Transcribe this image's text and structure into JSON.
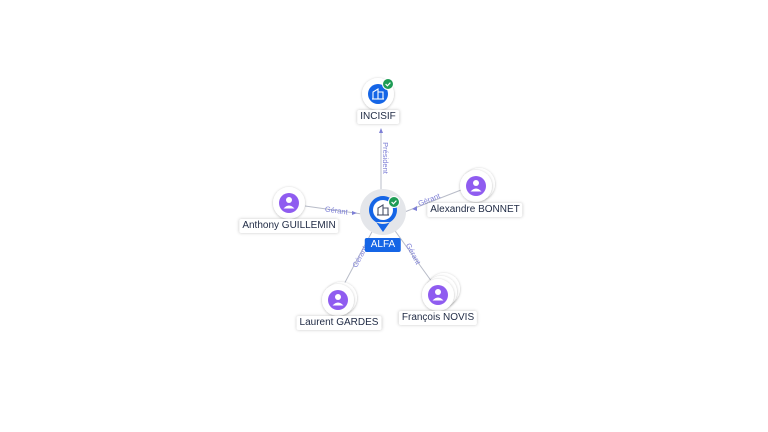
{
  "colors": {
    "person": "#8f5cf0",
    "company": "#1565e6",
    "verified": "#1e9c55",
    "edge": "#b8bcc8",
    "edge_text": "#7d7fd6"
  },
  "center": {
    "label": "ALFA",
    "icon": "company-building-icon",
    "verified": true
  },
  "nodes": [
    {
      "id": "incisif",
      "label": "INCISIF",
      "type": "company",
      "icon": "company-building-icon",
      "verified": true,
      "relation": "Président"
    },
    {
      "id": "anthony",
      "label": "Anthony GUILLEMIN",
      "type": "person",
      "icon": "person-icon",
      "relation": "Gérant"
    },
    {
      "id": "alexandre",
      "label": "Alexandre BONNET",
      "type": "person",
      "icon": "person-icon",
      "relation": "Gérant"
    },
    {
      "id": "laurent",
      "label": "Laurent GARDES",
      "type": "person",
      "icon": "person-icon",
      "relation": "Gérant"
    },
    {
      "id": "francois",
      "label": "François NOVIS",
      "type": "person",
      "icon": "person-icon",
      "relation": "Gérant"
    }
  ]
}
